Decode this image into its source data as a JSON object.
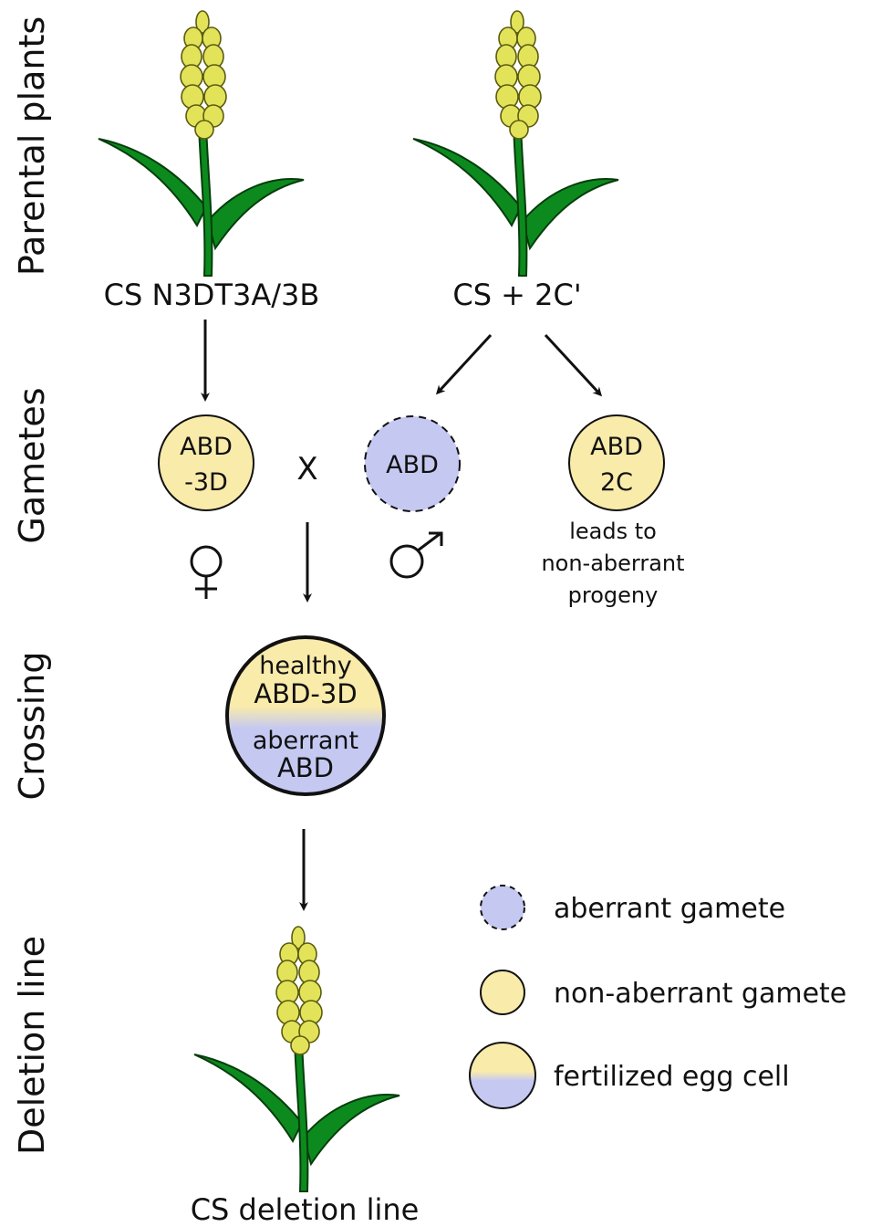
{
  "stages": {
    "parental": "Parental plants",
    "gametes": "Gametes",
    "crossing": "Crossing",
    "deletion": "Deletion line"
  },
  "plants": {
    "left_label": "CS N3DT3A/3B",
    "right_label": "CS + 2C'",
    "bottom_label": "CS deletion line"
  },
  "gametes": {
    "female_line1": "ABD",
    "female_line2": "-3D",
    "cross_symbol": "X",
    "aberrant": "ABD",
    "normal_line1": "ABD",
    "normal_line2": "2C",
    "normal_note_line1": "leads to",
    "normal_note_line2": "non-aberrant",
    "normal_note_line3": "progeny",
    "female_symbol": "female-symbol",
    "male_symbol": "male-symbol"
  },
  "crossing": {
    "top_line1": "healthy",
    "top_line2": "ABD-3D",
    "bottom_line1": "aberrant",
    "bottom_line2": "ABD"
  },
  "legend": {
    "aberrant": "aberrant gamete",
    "non_aberrant": "non-aberrant gamete",
    "fertilized": "fertilized egg cell"
  },
  "colors": {
    "yellow": "#f9ebaa",
    "blue": "#c5c9f2",
    "grain": "#e3e35a",
    "stem": "#0c8a1e"
  }
}
